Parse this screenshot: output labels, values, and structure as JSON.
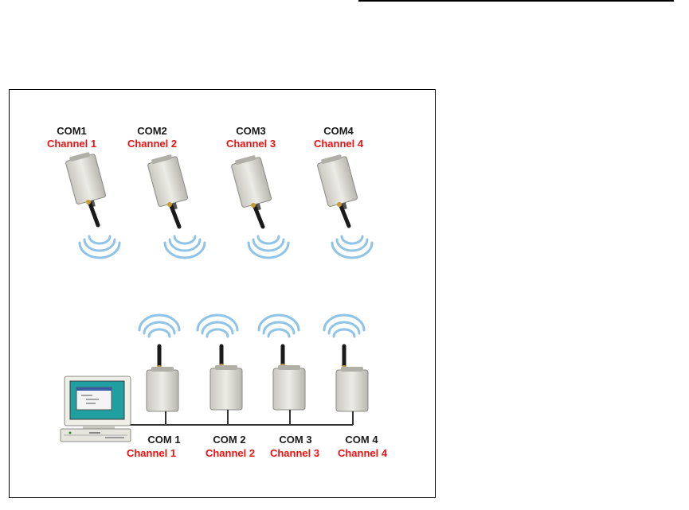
{
  "colors": {
    "channel_label": "#ee1111",
    "com_label": "#1a1a1a",
    "device_body": "#d8d8d0",
    "wave": "#8fc4e8",
    "antenna": "#1a1a1a",
    "antenna_tip": "#c89a30",
    "bus_line": "#333333",
    "screen": "#1f9fa0"
  },
  "remote_units": [
    {
      "com": "COM1",
      "channel": "Channel 1",
      "icon": "wireless-modem-icon"
    },
    {
      "com": "COM2",
      "channel": "Channel 2",
      "icon": "wireless-modem-icon"
    },
    {
      "com": "COM3",
      "channel": "Channel 3",
      "icon": "wireless-modem-icon"
    },
    {
      "com": "COM4",
      "channel": "Channel 4",
      "icon": "wireless-modem-icon"
    }
  ],
  "base_units": [
    {
      "com": "COM 1",
      "channel": "Channel 1",
      "icon": "wireless-modem-icon"
    },
    {
      "com": "COM 2",
      "channel": "Channel 2",
      "icon": "wireless-modem-icon"
    },
    {
      "com": "COM 3",
      "channel": "Channel 3",
      "icon": "wireless-modem-icon"
    },
    {
      "com": "COM 4",
      "channel": "Channel 4",
      "icon": "wireless-modem-icon"
    }
  ],
  "host": {
    "icon": "computer-icon"
  }
}
